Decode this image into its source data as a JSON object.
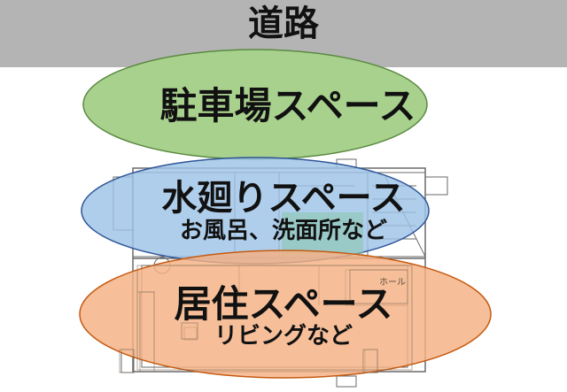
{
  "road": {
    "label": "道路",
    "color": "#b4b4b4"
  },
  "zones": {
    "parking": {
      "label": "駐車場スペース",
      "fill": "#a9d18e",
      "stroke": "#5a8a40"
    },
    "water": {
      "label": "水廻りスペース",
      "sublabel": "お風呂、洗面所など",
      "fill": "#9dc3e6",
      "stroke": "#2f5597"
    },
    "living": {
      "label": "居住スペース",
      "sublabel": "リビングなど",
      "fill": "#f4b183",
      "stroke": "#c55a11"
    }
  },
  "floorplan": {
    "labels": {
      "hall": "ホール"
    }
  }
}
